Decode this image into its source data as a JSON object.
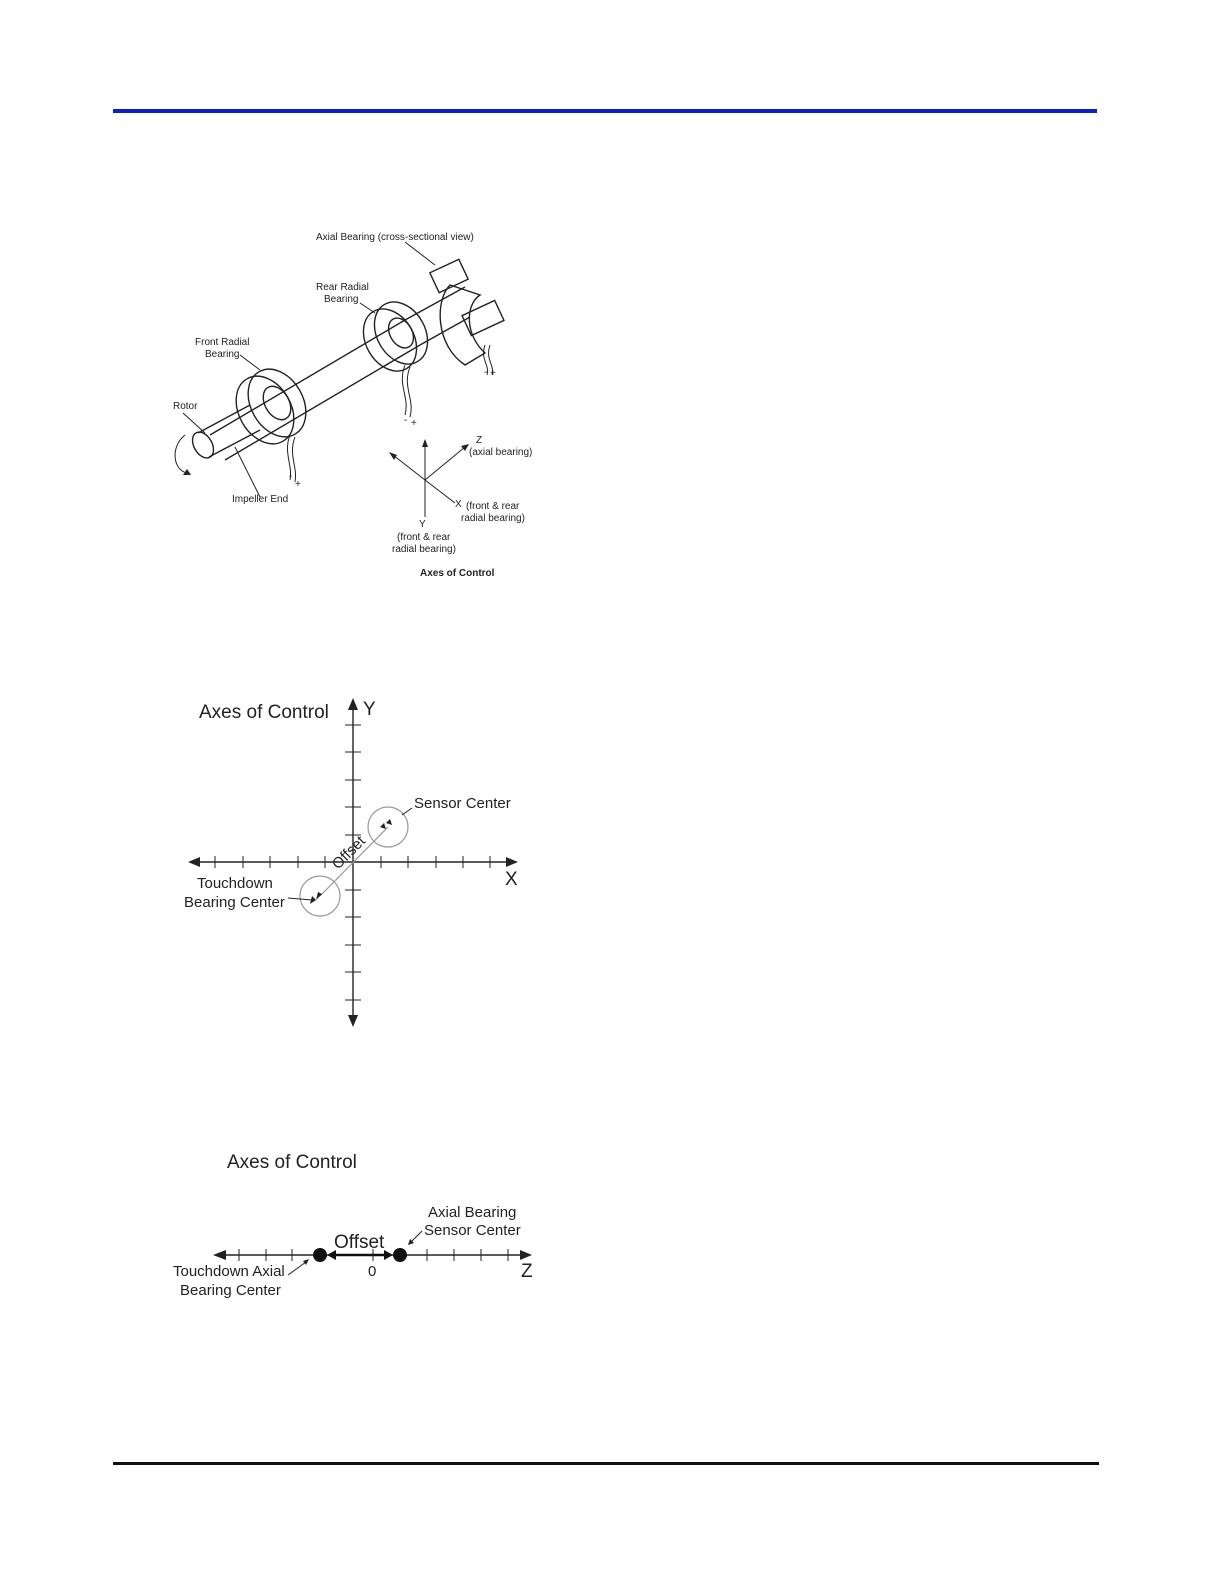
{
  "colors": {
    "top_rule": "#0a1fc7",
    "bottom_rule": "#111111"
  },
  "figure1": {
    "labels": {
      "axial_bearing": "Axial Bearing (cross-sectional view)",
      "rear_radial_1": "Rear Radial",
      "rear_radial_2": "Bearing",
      "front_radial_1": "Front Radial",
      "front_radial_2": "Bearing",
      "rotor": "Rotor",
      "impeller_end": "Impeller End",
      "axis_z": "Z",
      "axis_z_desc": "(axial bearing)",
      "axis_x": "X",
      "axis_x_desc_1": "(front & rear",
      "axis_x_desc_2": "radial bearing)",
      "axis_y": "Y",
      "axis_y_desc_1": "(front & rear",
      "axis_y_desc_2": "radial bearing)",
      "axes_caption": "Axes of Control",
      "minus": "-",
      "plus": "+"
    }
  },
  "figure2": {
    "title": "Axes of Control",
    "axis_y": "Y",
    "axis_x": "X",
    "sensor_center": "Sensor Center",
    "touchdown_1": "Touchdown",
    "touchdown_2": "Bearing Center",
    "offset": "Offset"
  },
  "figure3": {
    "title": "Axes of Control",
    "axial_sensor_1": "Axial Bearing",
    "axial_sensor_2": "Sensor Center",
    "offset": "Offset",
    "zero": "0",
    "axis_z": "Z",
    "touchdown_1": "Touchdown Axial",
    "touchdown_2": "Bearing Center"
  }
}
